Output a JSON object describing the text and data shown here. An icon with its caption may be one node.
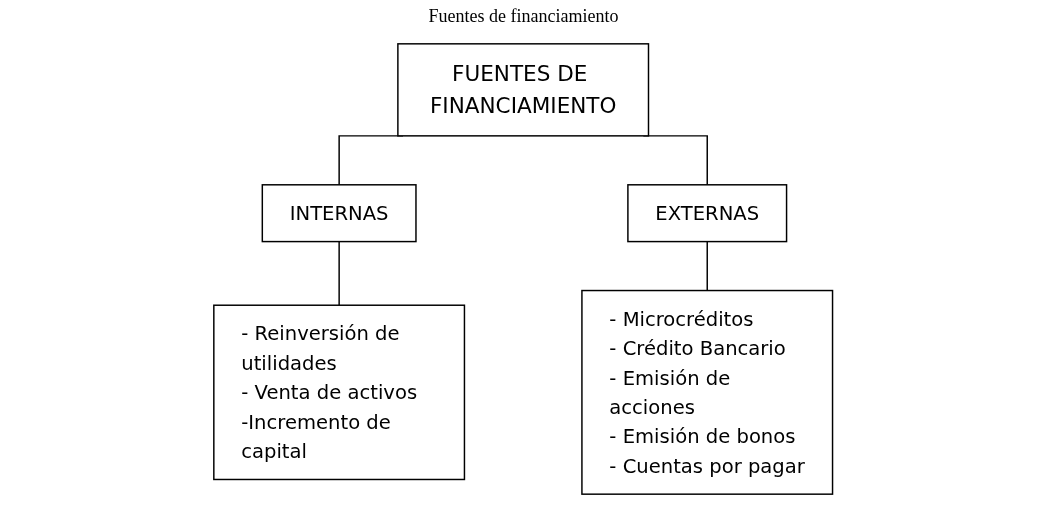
{
  "diagram": {
    "title": "Fuentes de financiamiento",
    "nodes": [
      {
        "text": [
          "FUENTES DE FINANCIAMIENTO"
        ]
      },
      {
        "text": [
          "INTERNAS"
        ]
      },
      {
        "text": [
          "EXTERNAS"
        ]
      },
      {
        "text": [
          "- Reinversión de utilidades",
          "- Venta de activos",
          "-Incremento de capital"
        ]
      },
      {
        "text": [
          "- Microcréditos",
          "- Crédito Bancario",
          "- Emisión de acciones",
          "- Emisión de bonos",
          "- Cuentas por pagar"
        ]
      }
    ],
    "edges": [
      {
        "from": 0,
        "to": 1,
        "arrow": "none"
      },
      {
        "from": 0,
        "to": 2,
        "arrow": "none"
      },
      {
        "from": 1,
        "to": 3,
        "arrow": "none"
      },
      {
        "from": 2,
        "to": 4,
        "arrow": "none"
      }
    ]
  }
}
